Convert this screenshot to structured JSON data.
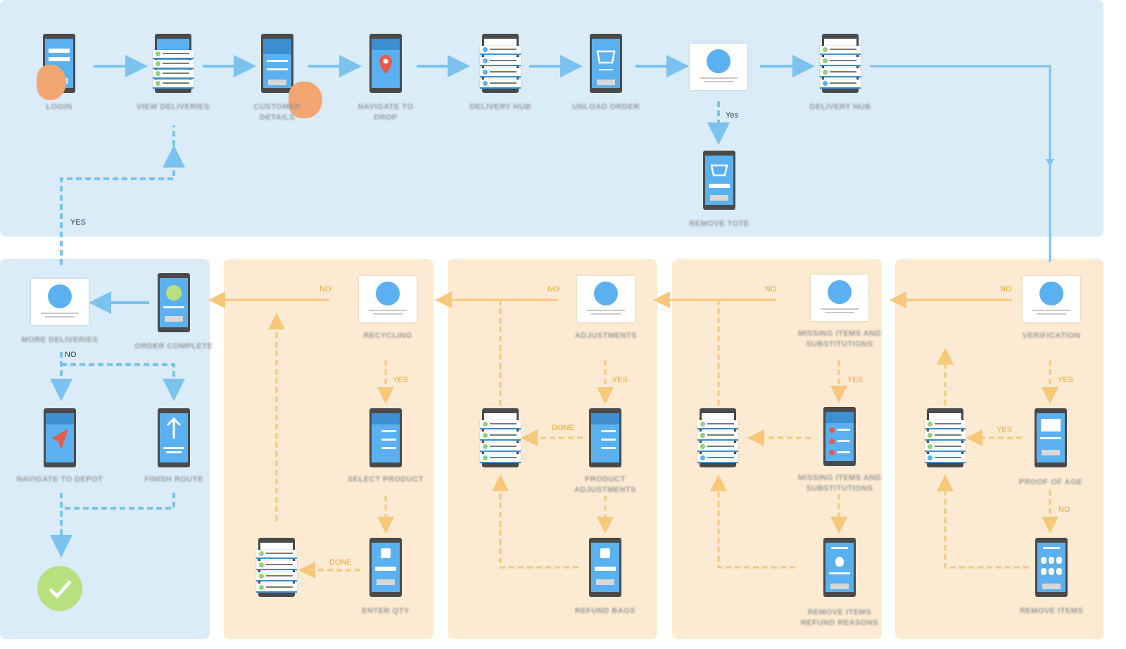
{
  "colors": {
    "blue_flow": "#7cc2ee",
    "orange_flow": "#f7c77a",
    "screen_blue": "#5bb1ef",
    "panel_blue": "#d9ecf8",
    "panel_peach": "#fcebd2",
    "check_green": "#b8e07f"
  },
  "nodes": {
    "login": "LOGIN",
    "view_deliveries": "VIEW DELIVERIES",
    "customer_details": "CUSTOMER\nDETAILS",
    "navigate_to_drop": "NAVIGATE TO\nDROP",
    "delivery_hub_1": "DELIVERY HUB",
    "unload_order": "UNLOAD ORDER",
    "delivery_hub_2": "DELIVERY HUB",
    "remove_tote": "REMOVE TOTE",
    "more_deliveries": "MORE DELIVERIES",
    "order_complete": "ORDER COMPLETE",
    "navigate_to_depot": "NAVIGATE TO DEPOT",
    "finish_route": "FINISH ROUTE",
    "recycling": "RECYCLING",
    "select_product": "SELECT PRODUCT",
    "enter_qty": "ENTER QTY",
    "adjustments": "ADJUSTMENTS",
    "product_adjustments": "PRODUCT\nADJUSTMENTS",
    "refund_bags": "REFUND BAGS",
    "missing_items": "MISSING ITEMS AND\nSUBSTITUTIONS",
    "missing_items_screen": "MISSING ITEMS AND\nSUBSTITUTIONS",
    "remove_items_refund": "REMOVE ITEMS\nREFUND REASONS",
    "verification": "VERIFICATION",
    "proof_of_age": "PROOF OF AGE",
    "remove_items": "REMOVE ITEMS"
  },
  "edge_labels": {
    "yes_tote": "Yes",
    "yes_loop": "YES",
    "no_more": "NO",
    "no_recycling": "NO",
    "yes_recycling": "YES",
    "done_qty": "DONE",
    "no_adjust": "NO",
    "yes_adjust": "YES",
    "done_adjust": "DONE",
    "no_missing": "NO",
    "yes_missing": "YES",
    "no_verify": "NO",
    "yes_verify": "YES",
    "yes_age": "YES",
    "no_age": "NO"
  },
  "icons": [
    "hand-pointer-icon",
    "location-pin-icon",
    "basket-icon",
    "recycle-icon",
    "cart-icon",
    "age-25-icon",
    "check-icon",
    "arrow-up-icon",
    "navigation-arrow-icon"
  ]
}
